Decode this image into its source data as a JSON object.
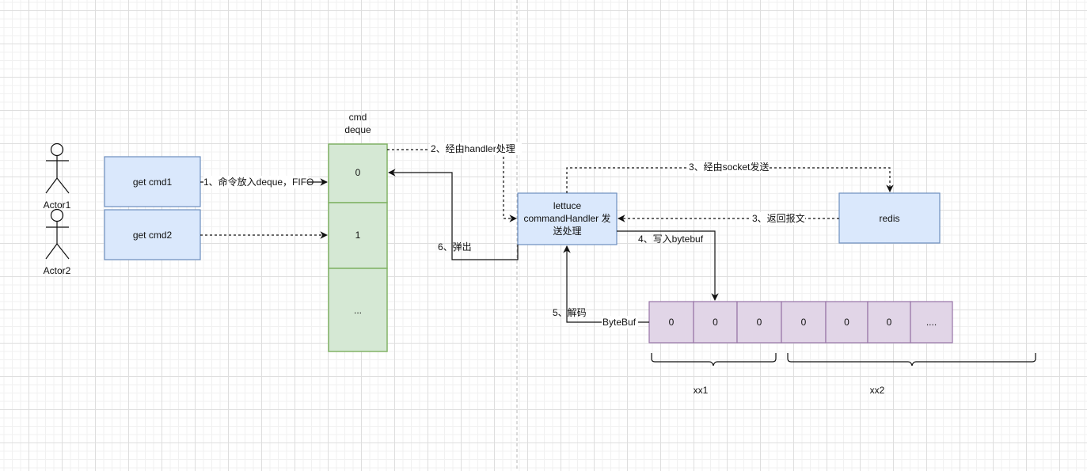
{
  "diagram": {
    "title": "lettuce command processing flow",
    "actors": [
      {
        "id": "actor1",
        "label": "Actor1"
      },
      {
        "id": "actor2",
        "label": "Actor2"
      }
    ],
    "commands": [
      {
        "id": "cmd1",
        "label": "get cmd1"
      },
      {
        "id": "cmd2",
        "label": "get cmd2"
      }
    ],
    "deque": {
      "title_line1": "cmd",
      "title_line2": "deque",
      "cells": [
        "0",
        "1",
        "..."
      ]
    },
    "handler": {
      "line1": "lettuce",
      "line2": "commandHandler 发",
      "line3": "送处理"
    },
    "redis": {
      "label": "redis"
    },
    "bytebuf": {
      "label": "ByteBuf",
      "cells": [
        "0",
        "0",
        "0",
        "0",
        "0",
        "0",
        "...."
      ],
      "groups": [
        {
          "label": "xx1"
        },
        {
          "label": "xx2"
        }
      ]
    },
    "edges": {
      "e1": "1、命令放入deque，FIFO",
      "e2": "2、经由handler处理",
      "e3_send": "3、经由socket发送",
      "e3_return": "3、返回报文",
      "e4": "4、写入bytebuf",
      "e5": "5、解码",
      "e6": "6、弹出"
    },
    "colors": {
      "blue_fill": "#dae8fc",
      "blue_stroke": "#6c8ebf",
      "green_fill": "#d5e8d4",
      "green_stroke": "#82b366",
      "purple_fill": "#e1d5e7",
      "purple_stroke": "#9673a6"
    }
  }
}
